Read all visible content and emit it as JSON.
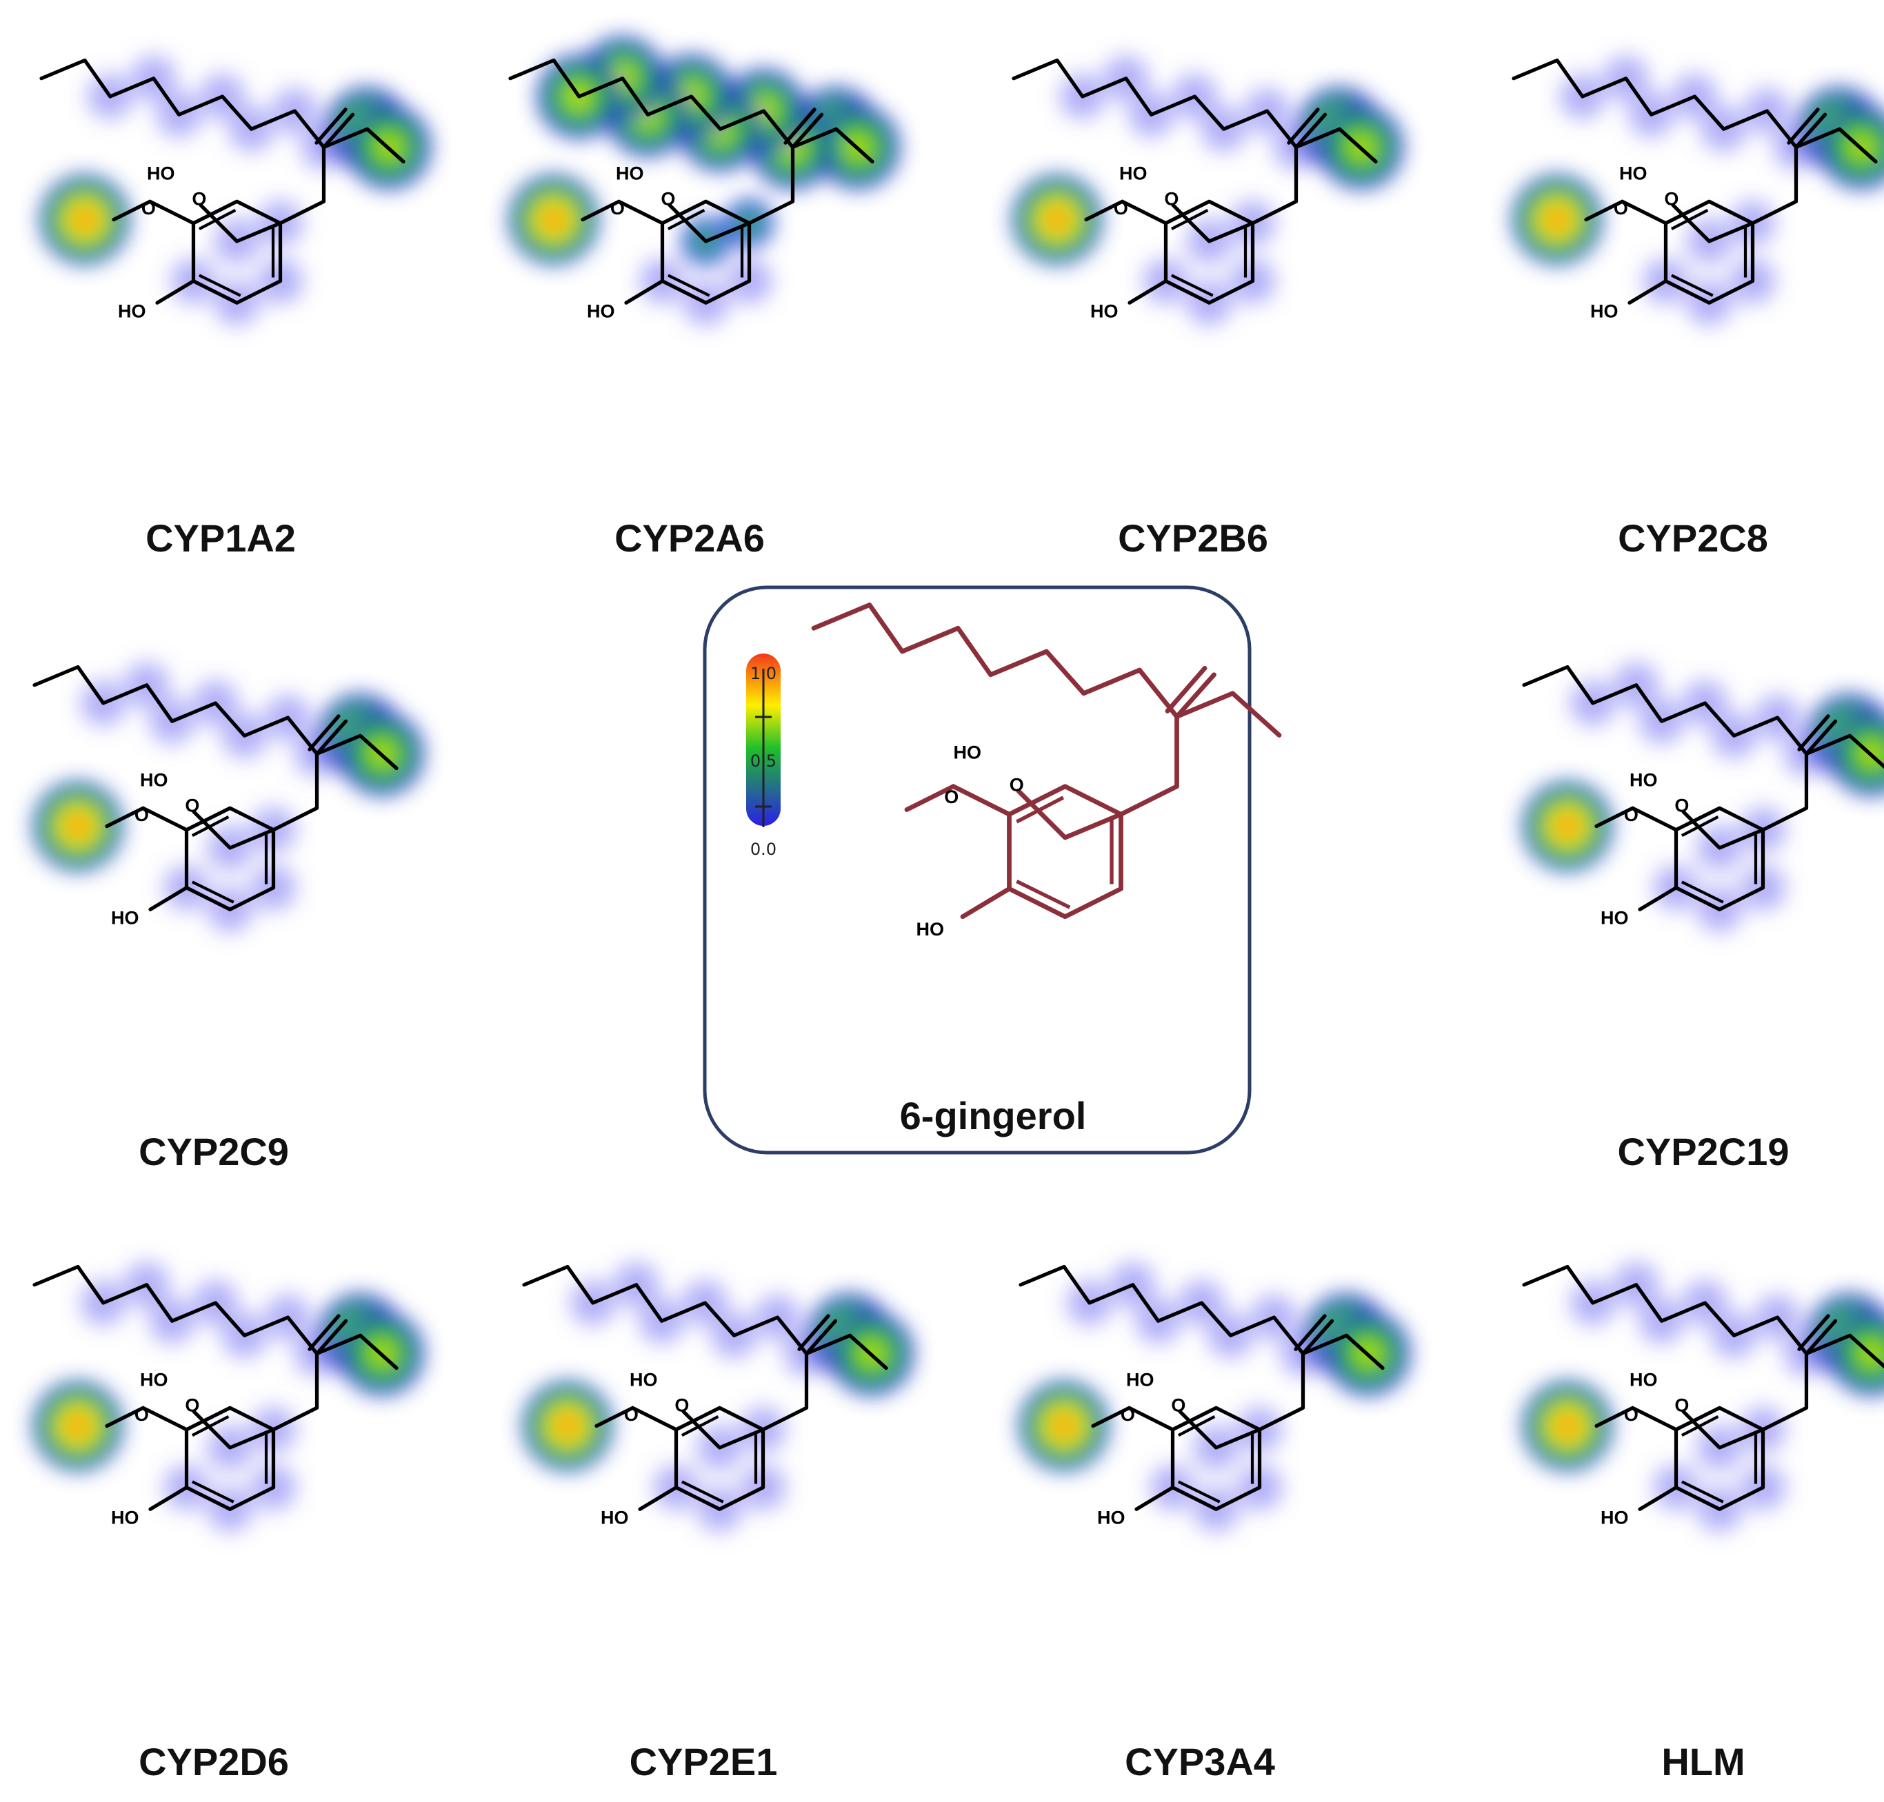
{
  "molecule": {
    "name": "6-gingerol",
    "atom_labels": {
      "ho_side": "HO",
      "keto_o": "O",
      "methoxy_o": "O",
      "ho_ring": "HO"
    },
    "color_center": "#8b2f3a"
  },
  "scale": {
    "top": "1.0",
    "mid": "0.5",
    "bottom": "0.0"
  },
  "heat_colors": {
    "low": "#2a1fe8",
    "mid": "#1fbf2a",
    "high": "#ffef00",
    "max": "#f23a1a"
  },
  "panels": [
    {
      "label": "CYP1A2",
      "site_scores": {
        "terminal": 0.7,
        "chain": 0.1,
        "aliphatic_ring_link": 0.1,
        "ring": 0.1,
        "methoxy": 0.95
      }
    },
    {
      "label": "CYP2A6",
      "site_scores": {
        "terminal": 0.8,
        "chain": 0.55,
        "aliphatic_ring_link": 0.5,
        "ring": 0.3,
        "methoxy": 0.9
      }
    },
    {
      "label": "CYP2B6",
      "site_scores": {
        "terminal": 0.6,
        "chain": 0.1,
        "aliphatic_ring_link": 0.1,
        "ring": 0.1,
        "methoxy": 0.95
      }
    },
    {
      "label": "CYP2C8",
      "site_scores": {
        "terminal": 0.7,
        "chain": 0.1,
        "aliphatic_ring_link": 0.1,
        "ring": 0.1,
        "methoxy": 0.95
      }
    },
    {
      "label": "CYP2C9",
      "site_scores": {
        "terminal": 0.65,
        "chain": 0.2,
        "aliphatic_ring_link": 0.2,
        "ring": 0.1,
        "methoxy": 0.95
      }
    },
    {
      "label": "CYP2C19",
      "site_scores": {
        "terminal": 0.6,
        "chain": 0.2,
        "aliphatic_ring_link": 0.2,
        "ring": 0.1,
        "methoxy": 0.95
      }
    },
    {
      "label": "CYP2D6",
      "site_scores": {
        "terminal": 0.65,
        "chain": 0.15,
        "aliphatic_ring_link": 0.15,
        "ring": 0.15,
        "methoxy": 0.95
      }
    },
    {
      "label": "CYP2E1",
      "site_scores": {
        "terminal": 0.7,
        "chain": 0.15,
        "aliphatic_ring_link": 0.15,
        "ring": 0.15,
        "methoxy": 0.9
      }
    },
    {
      "label": "CYP3A4",
      "site_scores": {
        "terminal": 0.6,
        "chain": 0.15,
        "aliphatic_ring_link": 0.15,
        "ring": 0.15,
        "methoxy": 0.92
      }
    },
    {
      "label": "HLM",
      "site_scores": {
        "terminal": 0.65,
        "chain": 0.15,
        "aliphatic_ring_link": 0.15,
        "ring": 0.15,
        "methoxy": 0.95
      }
    }
  ]
}
